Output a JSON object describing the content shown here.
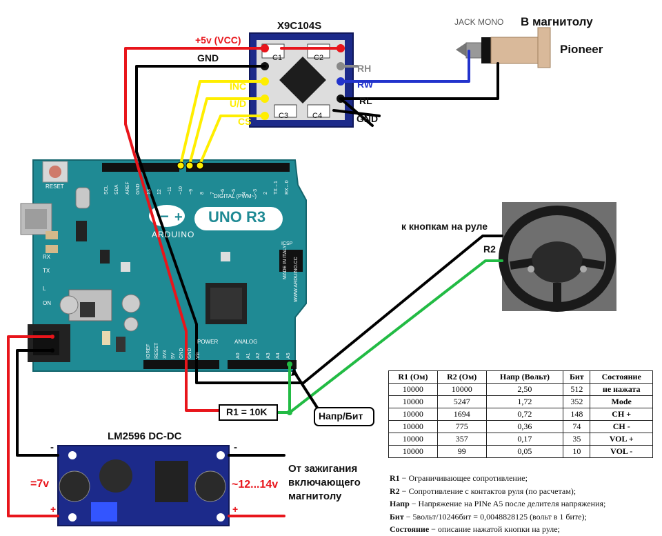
{
  "module_title": "X9C104S",
  "module_pins": {
    "c1": "C1",
    "c2": "C2",
    "c3": "C3",
    "c4": "C4"
  },
  "wire_labels": {
    "vcc": "+5v (VCC)",
    "gnd_top": "GND",
    "inc": "INC",
    "ud": "U/D",
    "cs": "CS",
    "rh": "RH",
    "rw": "RW",
    "rl": "RL",
    "gnd_right": "GND"
  },
  "jack_label": "JACK MONO",
  "radio_label_line1": "В магнитолу",
  "radio_label_line2": "Pioneer",
  "wheel_label": "к кнопкам на руле",
  "r2_label": "R2",
  "board": {
    "model": "UNO R3",
    "brand": "ARDUINO",
    "reset": "RESET",
    "digital": "DIGITAL (PWM~)",
    "power": "POWER",
    "analog": "ANALOG",
    "icsp": "ICSP",
    "made_in": "MADE IN ITALY",
    "site": "WWW.ARDUINO.CC",
    "tx": "TX",
    "rx": "RX",
    "l": "L",
    "on": "ON",
    "top_pins": [
      "SCL",
      "SDA",
      "AREF",
      "GND",
      "13",
      "12",
      "~11",
      "~10",
      "~9",
      "8",
      "7",
      "~6",
      "~5",
      "4",
      "~3",
      "2",
      "TX→1",
      "RX←0"
    ],
    "power_pins": [
      "IOREF",
      "RESET",
      "3V3",
      "5V",
      "GND",
      "GND",
      "Vin"
    ],
    "analog_pins": [
      "A0",
      "A1",
      "A2",
      "A3",
      "A4",
      "A5"
    ]
  },
  "r1_label": "R1 = 10K",
  "napr_label": "Напр/Бит",
  "dcdc_title": "LM2596 DC-DC",
  "dcdc_minus_left": "-",
  "dcdc_minus_right": "-",
  "dcdc_plus_left": "+",
  "dcdc_plus_right": "+",
  "v_out": "=7v",
  "v_in": "~12...14v",
  "ignition": [
    "От зажигания",
    "включающего",
    "магнитолу"
  ],
  "table": {
    "headers": [
      "R1 (Ом)",
      "R2 (Ом)",
      "Напр (Вольт)",
      "Бит",
      "Состояние"
    ],
    "rows": [
      [
        "10000",
        "10000",
        "2,50",
        "512",
        "не нажата"
      ],
      [
        "10000",
        "5247",
        "1,72",
        "352",
        "Mode"
      ],
      [
        "10000",
        "1694",
        "0,72",
        "148",
        "CH +"
      ],
      [
        "10000",
        "775",
        "0,36",
        "74",
        "CH -"
      ],
      [
        "10000",
        "357",
        "0,17",
        "35",
        "VOL +"
      ],
      [
        "10000",
        "99",
        "0,05",
        "10",
        "VOL -"
      ]
    ]
  },
  "legend": [
    {
      "key": "R1",
      "text": " − Ограничивающее сопротивление;"
    },
    {
      "key": "R2",
      "text": " − Сопротивление с контактов руля (по расчетам);"
    },
    {
      "key": "Напр",
      "text": " − Напряжение на PINe A5 после делителя напряжения;"
    },
    {
      "key": "Бит",
      "text": " − 5вольт/10246бит = 0,0048828125 (вольт в 1 бите);"
    },
    {
      "key": "Состояние",
      "text": " − описание нажатой кнопки на руле;"
    }
  ],
  "colors": {
    "board": "#1f8a94",
    "wire_red": "#e8151b",
    "wire_black": "#000000",
    "wire_yellow": "#ffee00",
    "wire_blue": "#2233cc",
    "wire_green": "#22bb44",
    "wire_gray": "#888888"
  }
}
